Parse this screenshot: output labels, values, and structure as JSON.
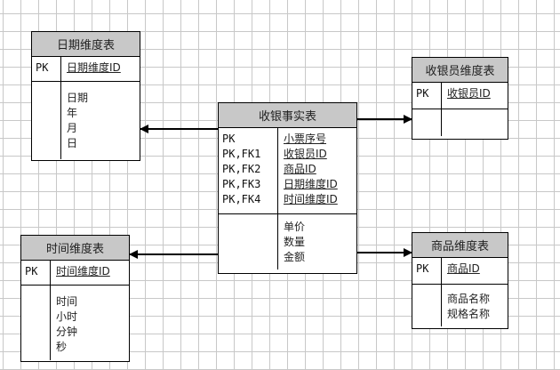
{
  "entities": {
    "date_dim": {
      "title": "日期维度表",
      "key_labels": [
        "PK"
      ],
      "key_fields": [
        "日期维度ID"
      ],
      "attributes": [
        "日期",
        "年",
        "月",
        "日"
      ]
    },
    "cashier_dim": {
      "title": "收银员维度表",
      "key_labels": [
        "PK"
      ],
      "key_fields": [
        "收银员ID"
      ],
      "attributes": []
    },
    "fact": {
      "title": "收银事实表",
      "key_labels": [
        "PK",
        "PK,FK1",
        "PK,FK2",
        "PK,FK3",
        "PK,FK4"
      ],
      "key_fields": [
        "小票序号",
        "收银员ID",
        "商品ID",
        "日期维度ID",
        "时间维度ID"
      ],
      "attributes": [
        "单价",
        "数量",
        "金额"
      ]
    },
    "time_dim": {
      "title": "时间维度表",
      "key_labels": [
        "PK"
      ],
      "key_fields": [
        "时间维度ID"
      ],
      "attributes": [
        "时间",
        "小时",
        "分钟",
        "秒"
      ]
    },
    "product_dim": {
      "title": "商品维度表",
      "key_labels": [
        "PK"
      ],
      "key_fields": [
        "商品ID"
      ],
      "attributes": [
        "商品名称",
        "规格名称"
      ]
    }
  },
  "relationships": [
    {
      "from": "fact",
      "to": "date_dim"
    },
    {
      "from": "fact",
      "to": "cashier_dim"
    },
    {
      "from": "fact",
      "to": "time_dim"
    },
    {
      "from": "fact",
      "to": "product_dim"
    }
  ]
}
